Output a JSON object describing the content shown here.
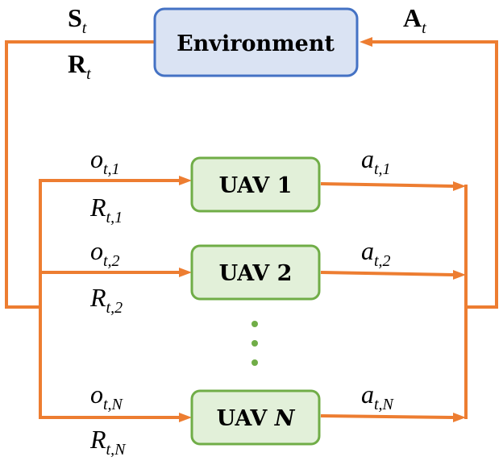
{
  "colors": {
    "wire": "#ed7d31",
    "environment_fill": "#dae3f3",
    "environment_border": "#4472c4",
    "uav_fill": "#e2f0d9",
    "uav_border": "#70ad47"
  },
  "environment": {
    "label": "Environment"
  },
  "state": {
    "symbol": "S",
    "subscript": "t"
  },
  "reward": {
    "symbol": "R",
    "subscript": "t"
  },
  "action": {
    "symbol": "A",
    "subscript": "t"
  },
  "agents": [
    {
      "label_main": "UAV 1",
      "label_index": "",
      "obs": {
        "symbol": "o",
        "subscript": "t,1"
      },
      "reward": {
        "symbol": "R",
        "subscript": "t,1"
      },
      "action": {
        "symbol": "a",
        "subscript": "t,1"
      }
    },
    {
      "label_main": "UAV 2",
      "label_index": "",
      "obs": {
        "symbol": "o",
        "subscript": "t,2"
      },
      "reward": {
        "symbol": "R",
        "subscript": "t,2"
      },
      "action": {
        "symbol": "a",
        "subscript": "t,2"
      }
    },
    {
      "label_main": "UAV ",
      "label_index": "N",
      "obs": {
        "symbol": "o",
        "subscript": "t,N"
      },
      "reward": {
        "symbol": "R",
        "subscript": "t,N"
      },
      "action": {
        "symbol": "a",
        "subscript": "t,N"
      }
    }
  ],
  "ellipsis": {
    "count": 3,
    "icon": "vertical-ellipsis"
  }
}
